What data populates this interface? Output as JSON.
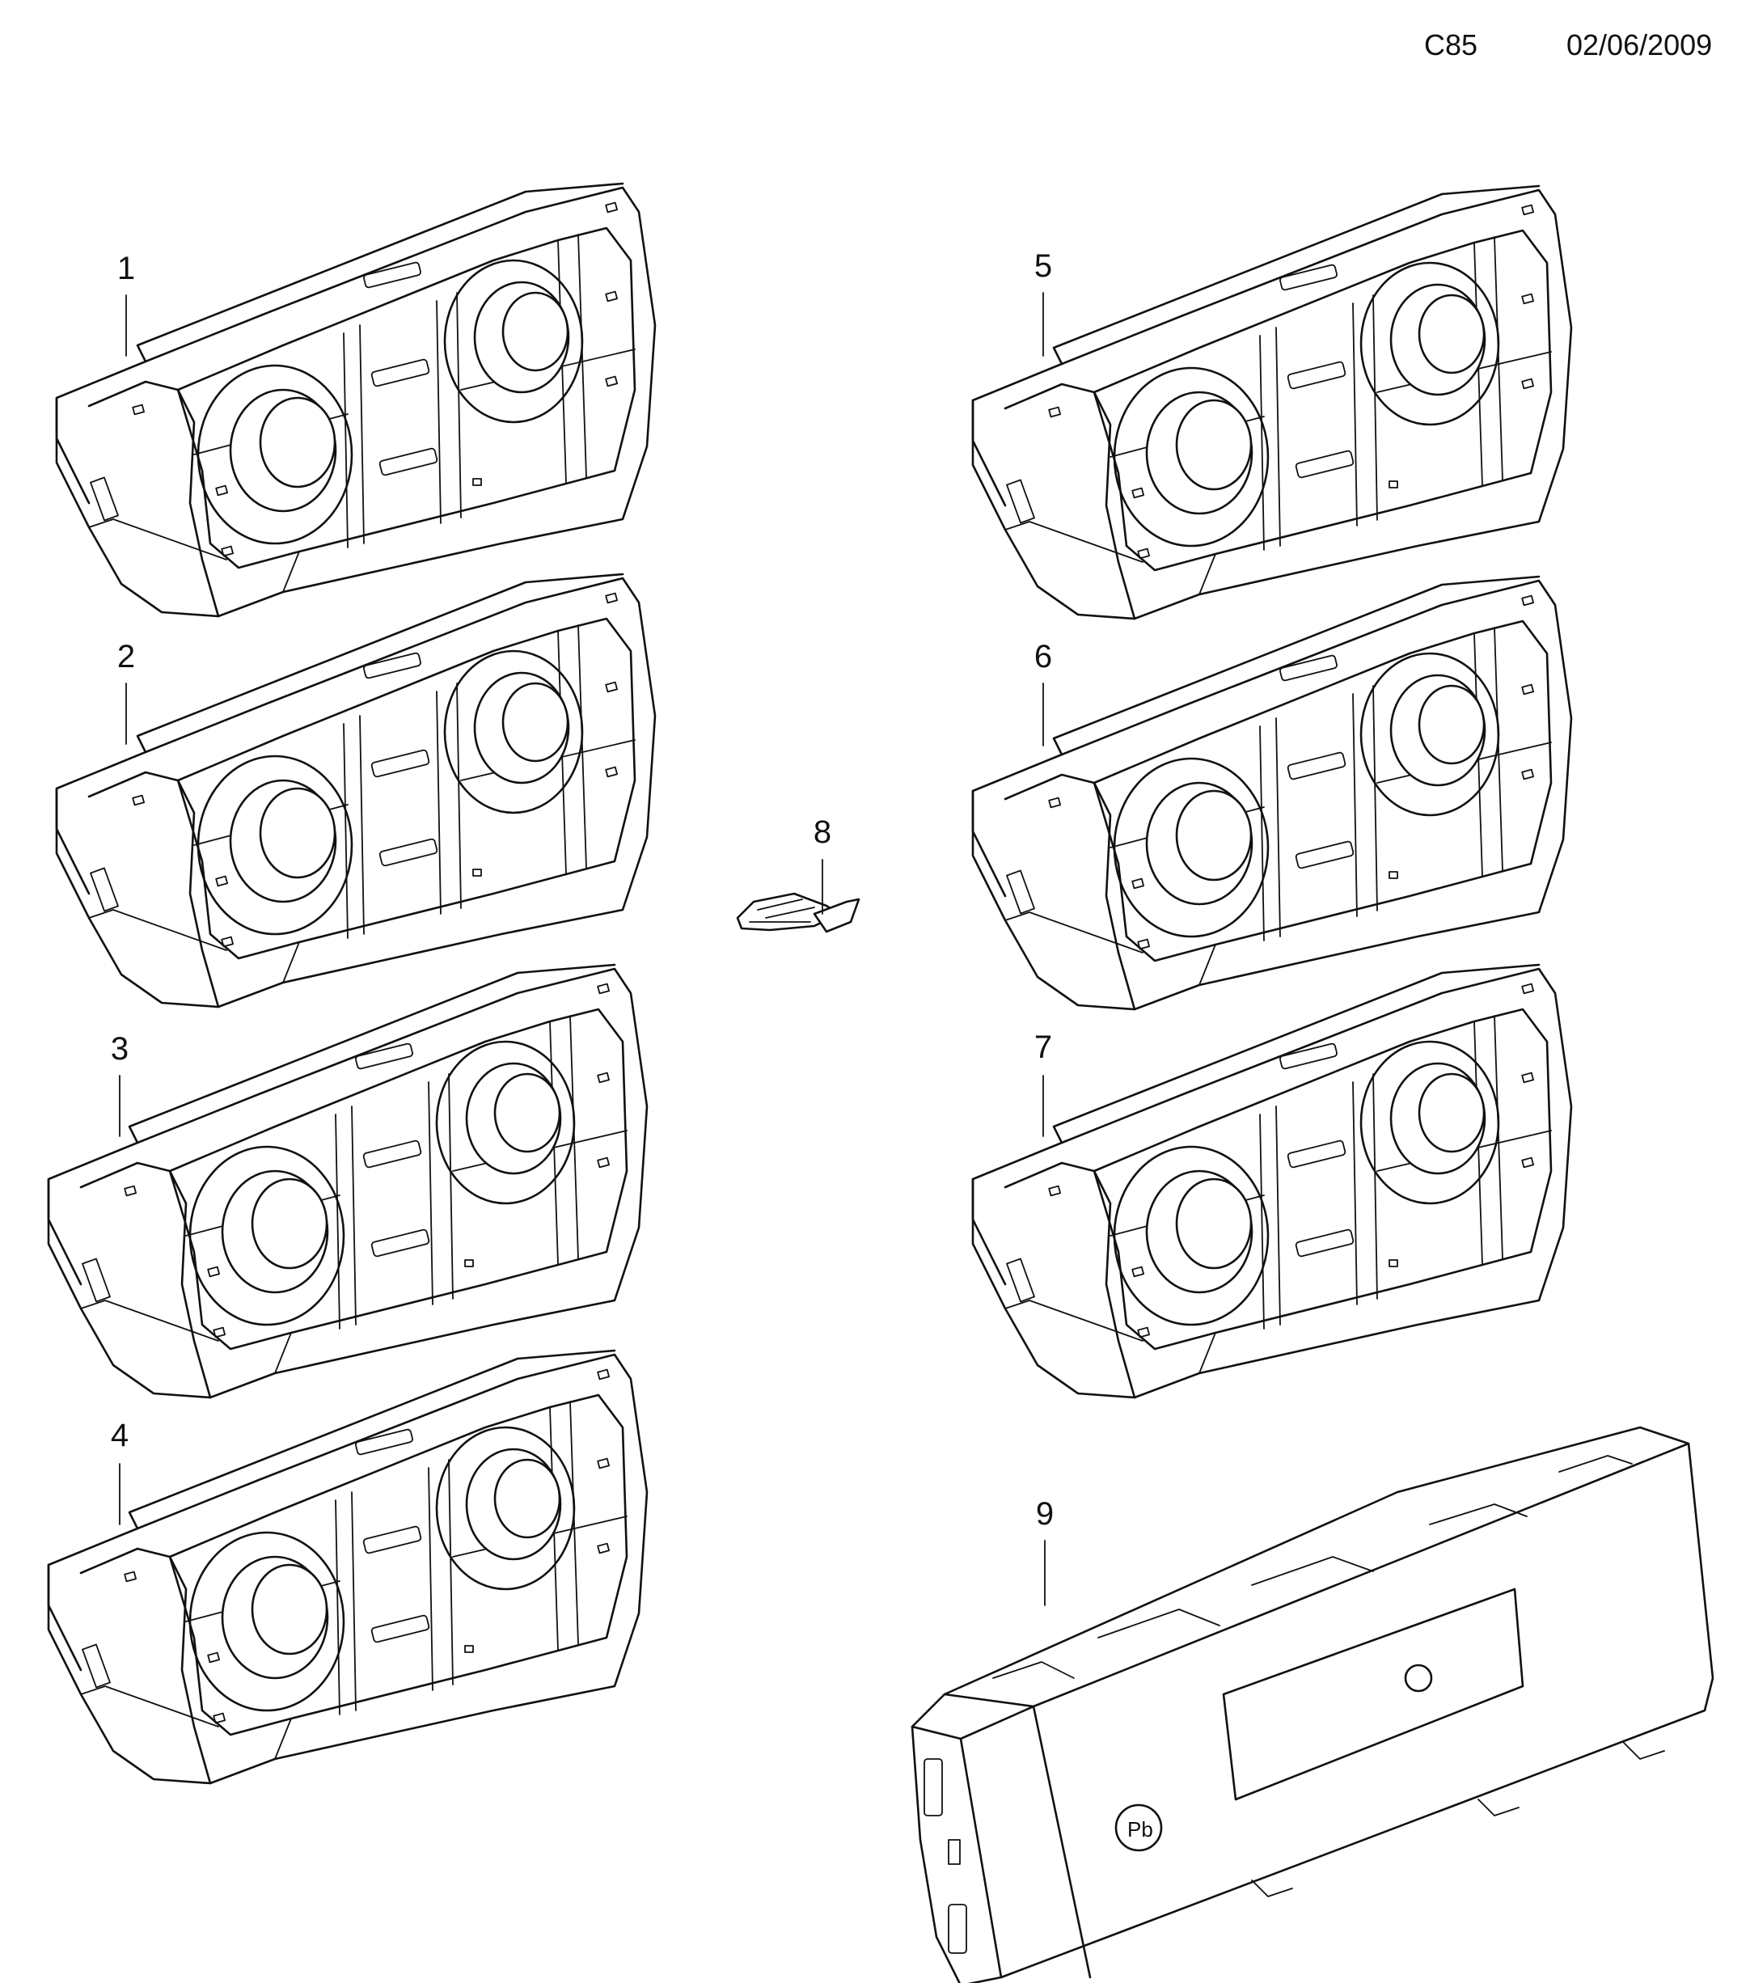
{
  "header": {
    "code": "C85",
    "date": "02/06/2009"
  },
  "callouts": {
    "p1": "1",
    "p2": "2",
    "p3": "3",
    "p4": "4",
    "p5": "5",
    "p6": "6",
    "p7": "7",
    "p8": "8",
    "p9": "9"
  },
  "parts": [
    {
      "id": "1",
      "kind": "climate-control-panel",
      "label": "1"
    },
    {
      "id": "2",
      "kind": "climate-control-panel",
      "label": "2"
    },
    {
      "id": "3",
      "kind": "climate-control-panel",
      "label": "3"
    },
    {
      "id": "4",
      "kind": "climate-control-panel",
      "label": "4"
    },
    {
      "id": "5",
      "kind": "climate-control-panel",
      "label": "5"
    },
    {
      "id": "6",
      "kind": "climate-control-panel",
      "label": "6"
    },
    {
      "id": "7",
      "kind": "climate-control-panel",
      "label": "7"
    },
    {
      "id": "8",
      "kind": "clip",
      "label": "8"
    },
    {
      "id": "9",
      "kind": "control-module",
      "label": "9"
    }
  ]
}
